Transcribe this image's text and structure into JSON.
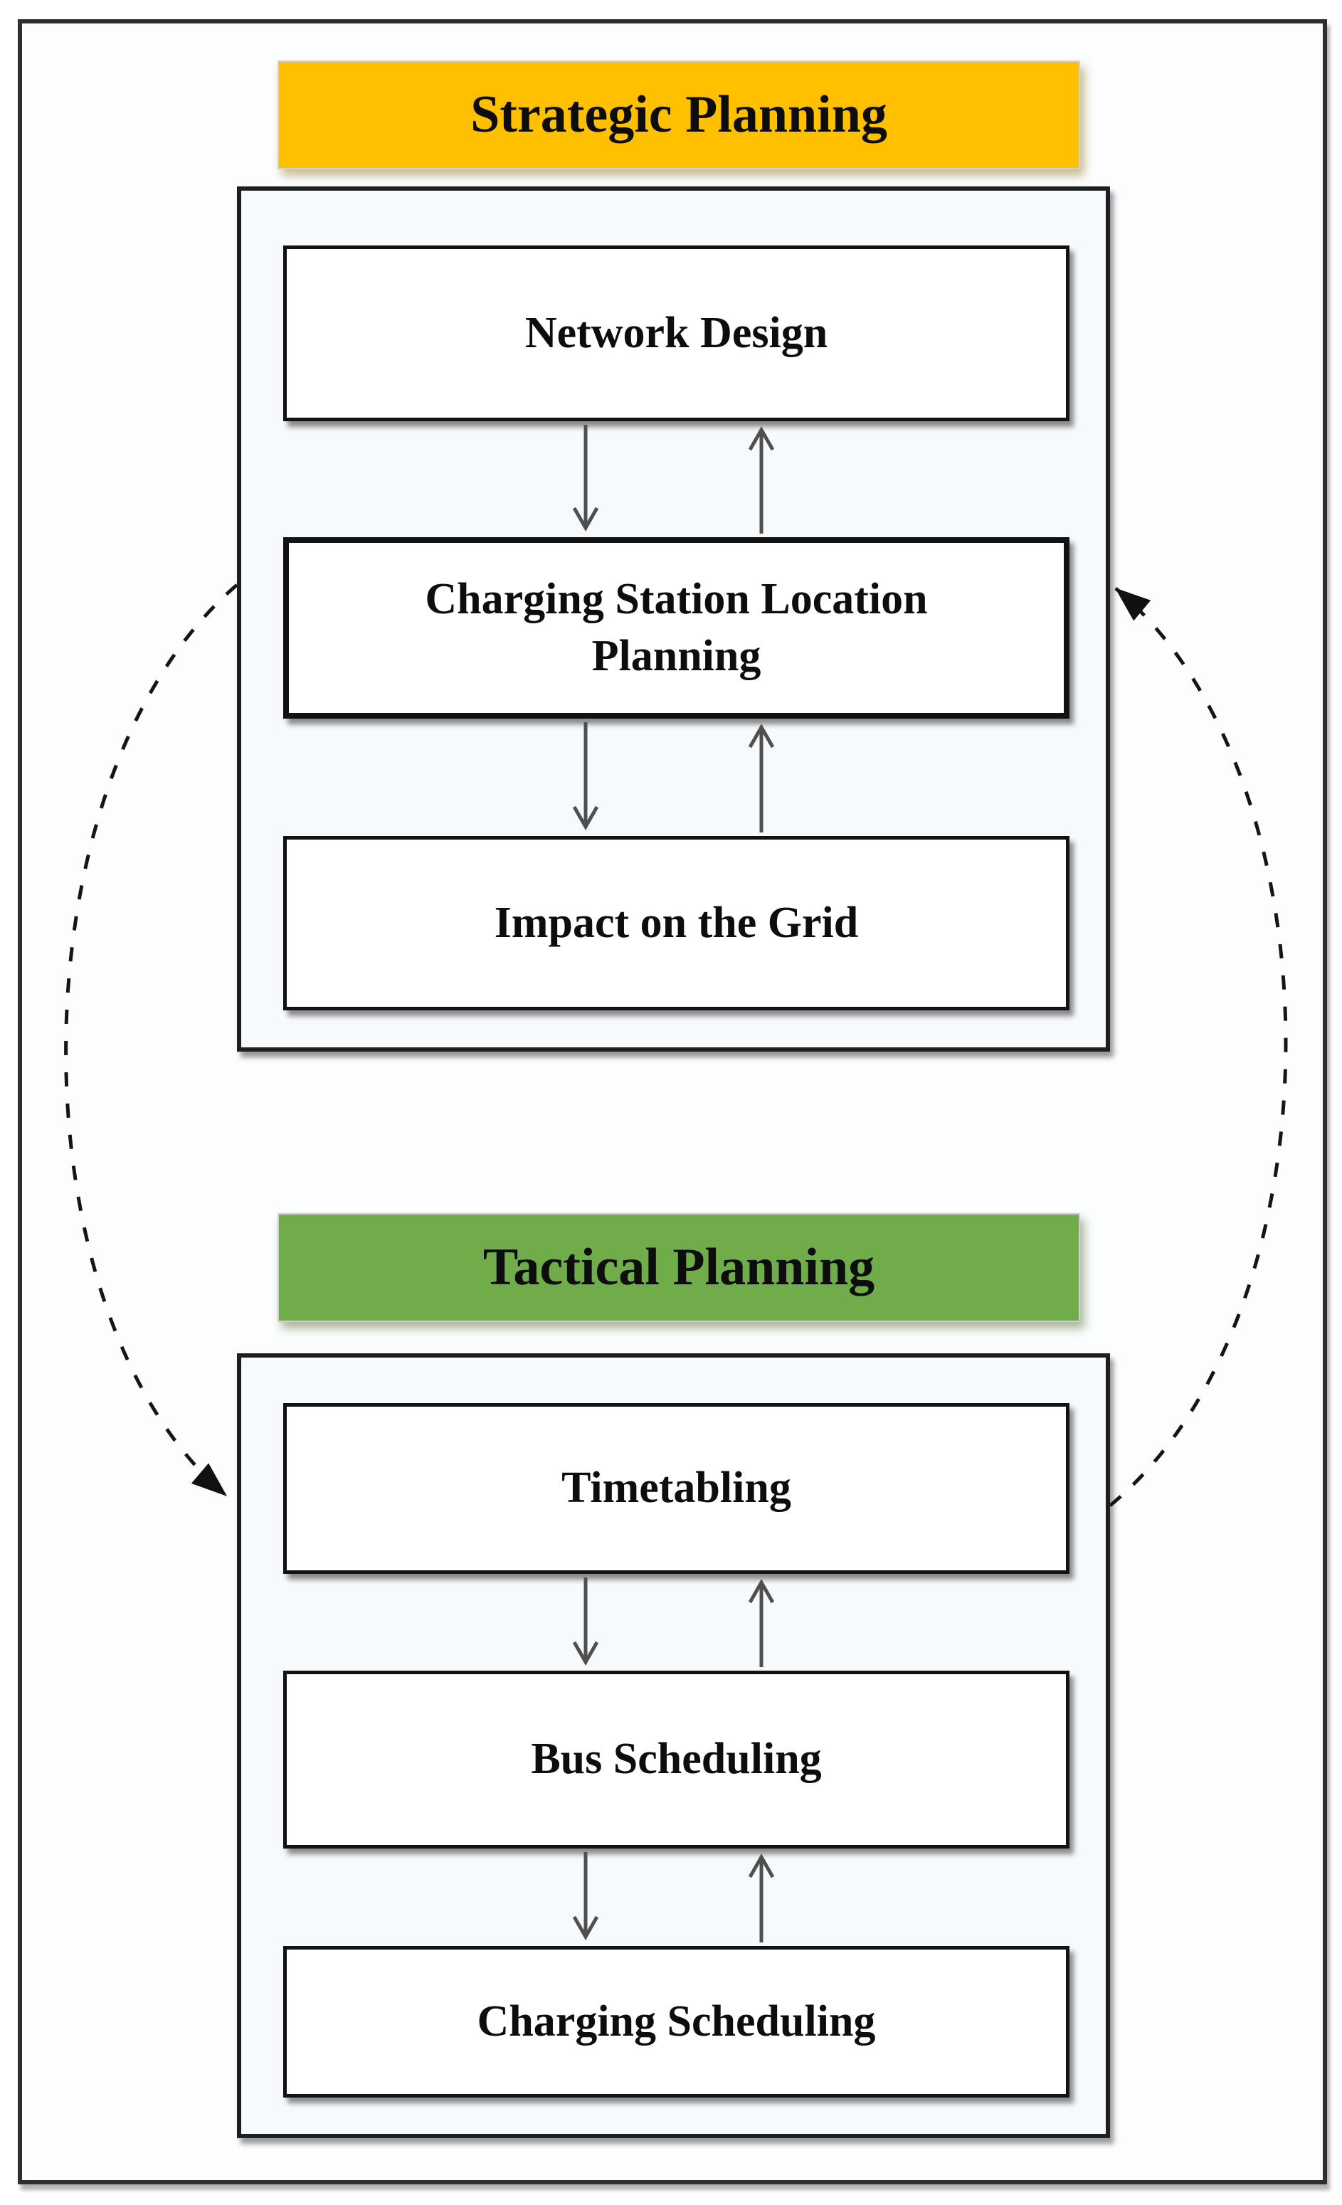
{
  "strategic": {
    "header": "Strategic Planning",
    "header_bg": "#FFC000",
    "boxes": [
      "Network Design",
      "Charging Station Location Planning",
      "Impact on the Grid"
    ]
  },
  "tactical": {
    "header": "Tactical Planning",
    "header_bg": "#70AC4A",
    "boxes": [
      "Timetabling",
      "Bus Scheduling",
      "Charging Scheduling"
    ]
  },
  "colors": {
    "box_border": "#1f1f1f",
    "flow_arrow": "#4f4f4f",
    "feedback_arrow": "#151515",
    "frame_border": "#2e2e2e"
  }
}
